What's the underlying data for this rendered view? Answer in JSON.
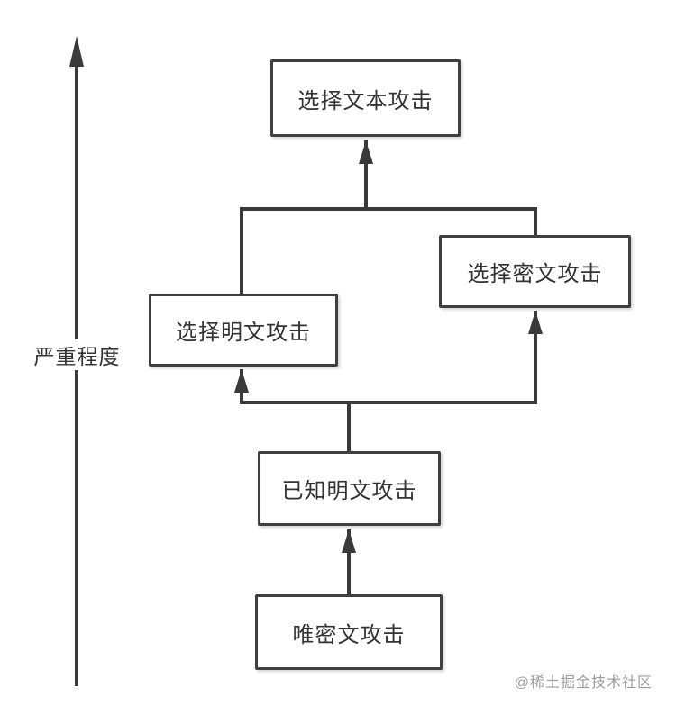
{
  "diagram": {
    "title": "attack-severity-hierarchy",
    "axis_label": "严重程度",
    "nodes": [
      {
        "id": "chosen-text-attack",
        "label": "选择文本攻击"
      },
      {
        "id": "chosen-ciphertext-attack",
        "label": "选择密文攻击"
      },
      {
        "id": "chosen-plaintext-attack",
        "label": "选择明文攻击"
      },
      {
        "id": "known-plaintext-attack",
        "label": "已知明文攻击"
      },
      {
        "id": "ciphertext-only-attack",
        "label": "唯密文攻击"
      }
    ],
    "edges": [
      {
        "from": "ciphertext-only-attack",
        "to": "known-plaintext-attack"
      },
      {
        "from": "known-plaintext-attack",
        "to": "chosen-plaintext-attack"
      },
      {
        "from": "known-plaintext-attack",
        "to": "chosen-ciphertext-attack"
      },
      {
        "from": "chosen-plaintext-attack",
        "to": "chosen-text-attack"
      },
      {
        "from": "chosen-ciphertext-attack",
        "to": "chosen-text-attack"
      }
    ],
    "watermark": "@稀土掘金技术社区",
    "colors": {
      "line": "#3a3a3a",
      "box_border": "#3f3f3f",
      "background": "#ffffff",
      "text": "#333333",
      "watermark": "#9c9c9c"
    }
  }
}
